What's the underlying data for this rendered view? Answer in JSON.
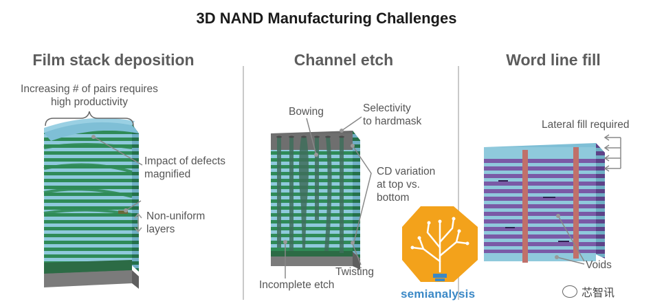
{
  "title": "3D NAND Manufacturing Challenges",
  "sections": [
    {
      "heading": "Film stack deposition",
      "labels": {
        "pairs": "Increasing # of pairs requires\nhigh productivity",
        "defects": "Impact of defects\nmagnified",
        "nonuniform": "Non-uniform\nlayers"
      }
    },
    {
      "heading": "Channel etch",
      "labels": {
        "bowing": "Bowing",
        "selectivity": "Selectivity\nto hardmask",
        "cd": "CD variation\nat top vs.\nbottom",
        "twisting": "Twisting",
        "incomplete": "Incomplete etch"
      }
    },
    {
      "heading": "Word line fill",
      "labels": {
        "lateral": "Lateral fill required",
        "voids": "Voids"
      }
    }
  ],
  "logo_text": "semianalysis",
  "watermark": "芯智讯",
  "colors": {
    "green": "#2f8b57",
    "light_blue": "#8fc9dc",
    "purple": "#7a5aa6",
    "red_pillar": "#c0706a",
    "gray_base": "#7b7b7b",
    "logo_orange": "#f3a21b",
    "logo_blue": "#3a88c6"
  }
}
